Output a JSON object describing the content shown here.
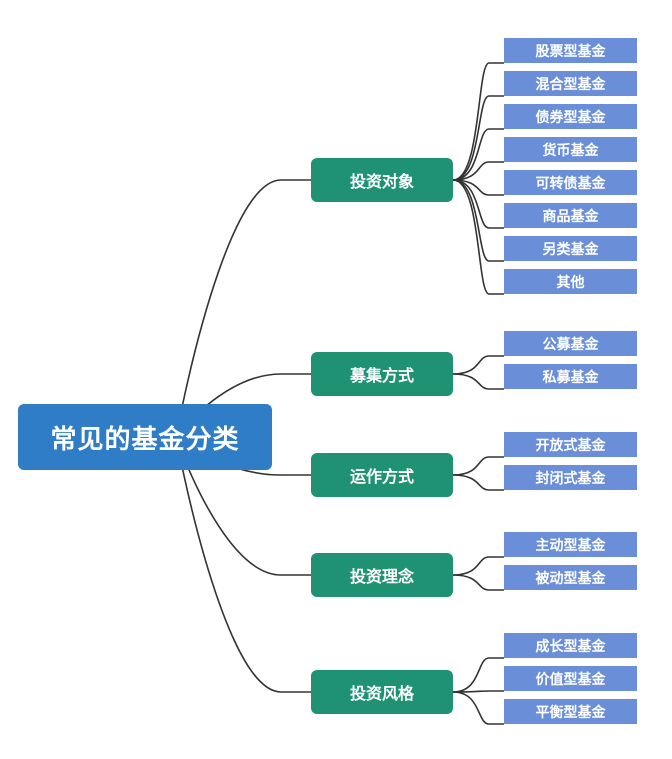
{
  "root": {
    "label": "常见的基金分类"
  },
  "branches": [
    {
      "label": "投资对象",
      "children": [
        "股票型基金",
        "混合型基金",
        "债券型基金",
        "货币基金",
        "可转债基金",
        "商品基金",
        "另类基金",
        "其他"
      ]
    },
    {
      "label": "募集方式",
      "children": [
        "公募基金",
        "私募基金"
      ]
    },
    {
      "label": "运作方式",
      "children": [
        "开放式基金",
        "封闭式基金"
      ]
    },
    {
      "label": "投资理念",
      "children": [
        "主动型基金",
        "被动型基金"
      ]
    },
    {
      "label": "投资风格",
      "children": [
        "成长型基金",
        "价值型基金",
        "平衡型基金"
      ]
    }
  ],
  "colors": {
    "root": "#2e7dc6",
    "branch": "#1f9274",
    "leaf": "#6a8fd8",
    "line": "#333333"
  }
}
